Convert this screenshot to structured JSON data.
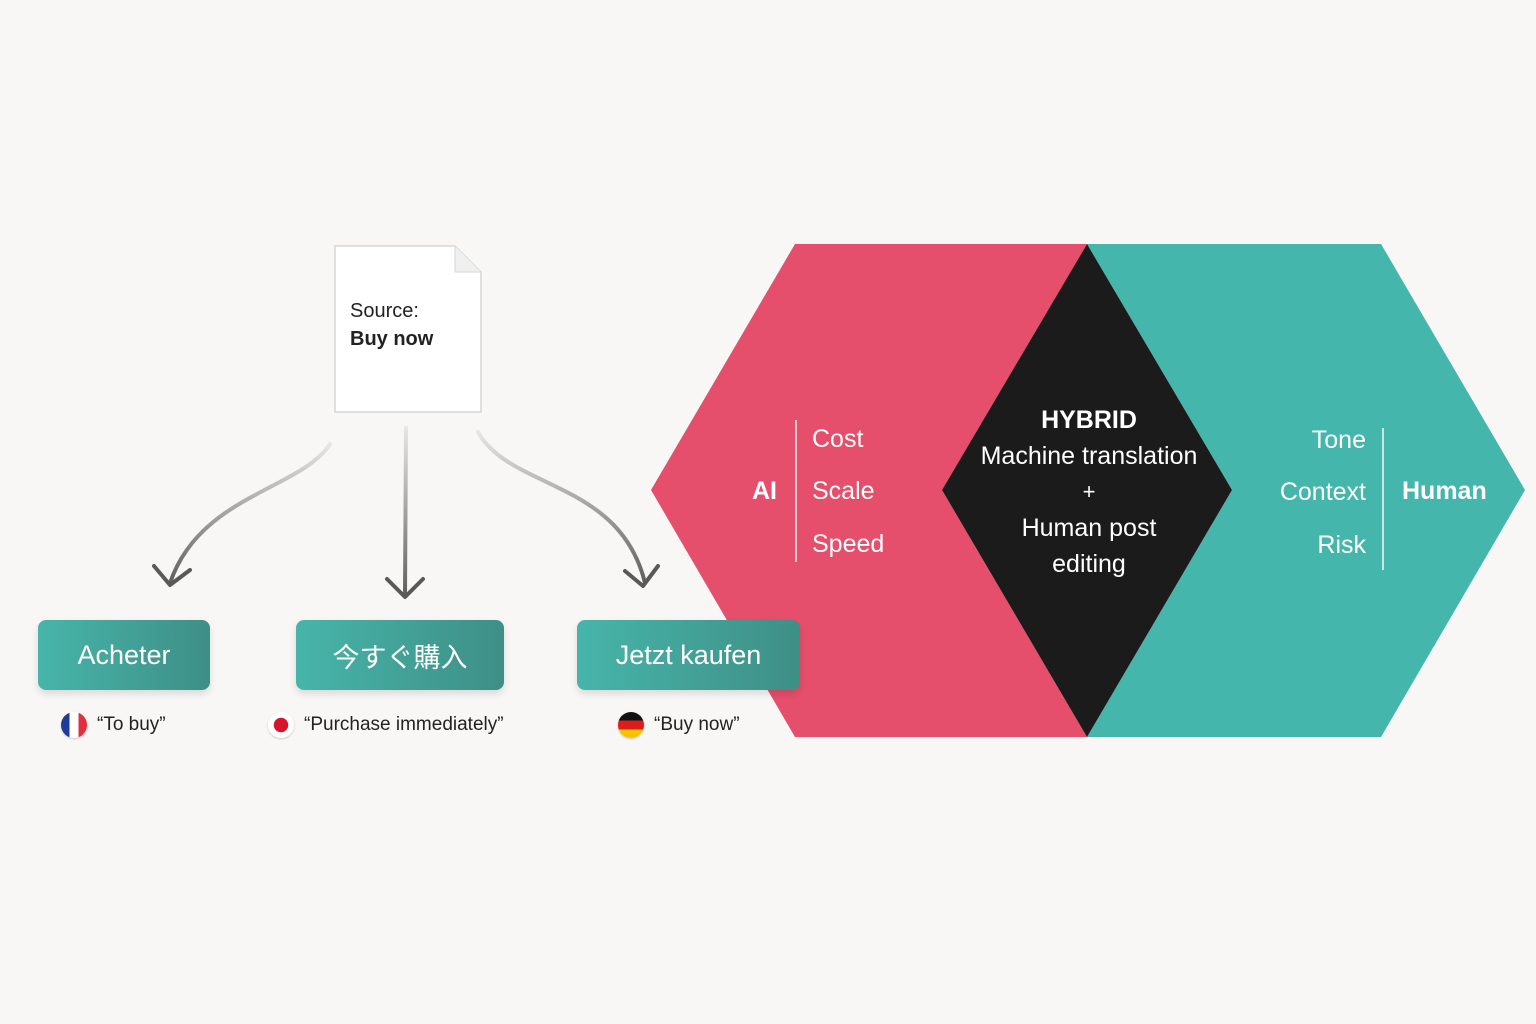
{
  "source": {
    "label": "Source:",
    "value": "Buy now"
  },
  "translations": [
    {
      "text": "Acheter",
      "caption": "“To buy”",
      "flag": "flag-france-icon"
    },
    {
      "text": "今すぐ購入",
      "caption": "“Purchase immediately”",
      "flag": "flag-japan-icon"
    },
    {
      "text": "Jetzt kaufen",
      "caption": "“Buy now”",
      "flag": "flag-germany-icon"
    }
  ],
  "ai": {
    "label": "AI",
    "items": [
      "Cost",
      "Scale",
      "Speed"
    ]
  },
  "hybrid": {
    "title": "HYBRID",
    "line1": "Machine translation",
    "plus": "+",
    "line2": "Human post",
    "line3": "editing"
  },
  "human": {
    "label": "Human",
    "items": [
      "Tone",
      "Context",
      "Risk"
    ]
  },
  "colors": {
    "ai": "#e54f6b",
    "human": "#45b6ac",
    "hybrid": "#1c1b1b",
    "button": "#43a89e"
  }
}
